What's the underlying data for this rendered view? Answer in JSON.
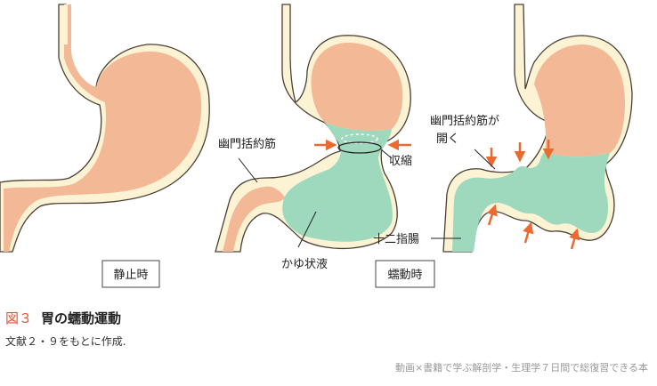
{
  "labels": {
    "resting": "静止時",
    "peristalsis": "蠕動時",
    "pyloric_sphincter": "幽門括約筋",
    "contraction": "収縮",
    "chyme": "かゆ状液",
    "pyloric_open_line1": "幽門括約筋が",
    "pyloric_open_line2": "開く",
    "duodenum": "十二指腸"
  },
  "caption": {
    "figure_number": "図３",
    "title": "胃の蠕動運動"
  },
  "source": "文献２・９をもとに作成.",
  "credit": "動画×書籍で学ぶ解剖学・生理学７日間で総復習できる本",
  "colors": {
    "stomach": "#f3b896",
    "chyme": "#9fd9bd",
    "wall": "#fbf3d3",
    "outline": "#4a4036",
    "arrow": "#ec6a2f",
    "figure_label": "#e0533a"
  }
}
